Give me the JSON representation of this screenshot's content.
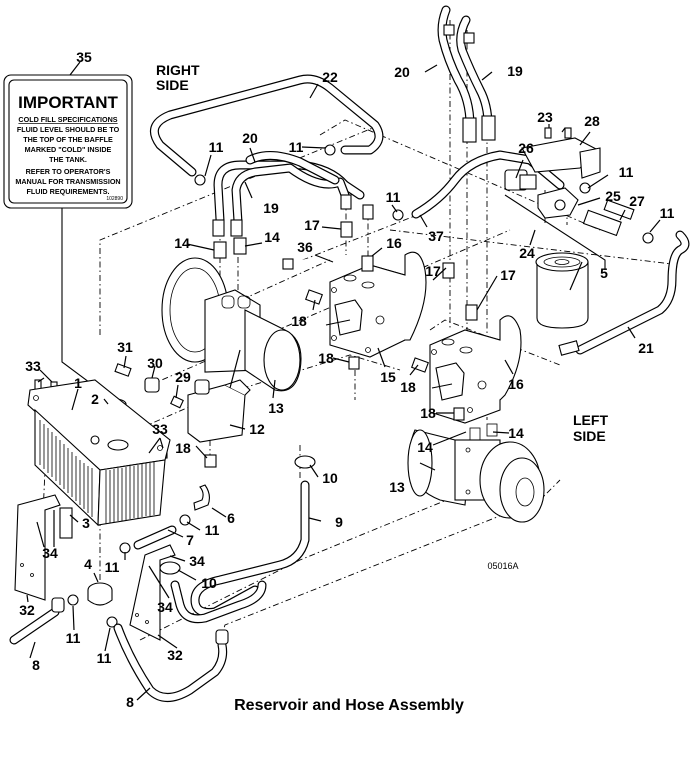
{
  "figure": {
    "caption": "Reservoir and Hose Assembly",
    "drawing_code": "05016A",
    "side_labels": {
      "right": [
        "RIGHT",
        "SIDE"
      ],
      "left": [
        "LEFT",
        "SIDE"
      ]
    }
  },
  "decal": {
    "callout": "35",
    "title": "IMPORTANT",
    "subtitle": "COLD FILL SPECIFICATIONS",
    "lines": [
      "FLUID LEVEL SHOULD BE TO",
      "THE TOP OF THE BAFFLE",
      "MARKED \"COLD\" INSIDE",
      "THE TANK."
    ],
    "lines2": [
      "REFER TO OPERATOR'S",
      "MANUAL FOR TRANSMISSION",
      "FLUID REQUIREMENTS."
    ],
    "part_number": "102890"
  },
  "callouts": [
    {
      "n": "1",
      "part": "reservoir"
    },
    {
      "n": "2",
      "part": "filler-cap"
    },
    {
      "n": "3",
      "part": "fitting"
    },
    {
      "n": "4",
      "part": "fitting"
    },
    {
      "n": "5",
      "part": "filter"
    },
    {
      "n": "6",
      "part": "elbow-fitting"
    },
    {
      "n": "7",
      "part": "hose"
    },
    {
      "n": "8",
      "part": "hose"
    },
    {
      "n": "9",
      "part": "hose"
    },
    {
      "n": "10",
      "part": "hose-clamp"
    },
    {
      "n": "11",
      "part": "hose-clamp"
    },
    {
      "n": "12",
      "part": "pump"
    },
    {
      "n": "13",
      "part": "wheel-motor"
    },
    {
      "n": "14",
      "part": "fitting"
    },
    {
      "n": "15",
      "part": "hydrostatic-pump"
    },
    {
      "n": "16",
      "part": "hydrostatic-pump"
    },
    {
      "n": "17",
      "part": "fitting"
    },
    {
      "n": "18",
      "part": "fitting"
    },
    {
      "n": "19",
      "part": "hydraulic-hose"
    },
    {
      "n": "20",
      "part": "hydraulic-hose"
    },
    {
      "n": "21",
      "part": "hose"
    },
    {
      "n": "22",
      "part": "hose"
    },
    {
      "n": "23",
      "part": "screw"
    },
    {
      "n": "24",
      "part": "filter-mount"
    },
    {
      "n": "25",
      "part": "filter-head"
    },
    {
      "n": "26",
      "part": "elbow-fitting"
    },
    {
      "n": "27",
      "part": "fitting"
    },
    {
      "n": "28",
      "part": "bracket"
    },
    {
      "n": "29",
      "part": "fitting"
    },
    {
      "n": "30",
      "part": "elbow-fitting"
    },
    {
      "n": "31",
      "part": "fitting"
    },
    {
      "n": "32",
      "part": "bracket"
    },
    {
      "n": "33",
      "part": "screw"
    },
    {
      "n": "34",
      "part": "nut"
    },
    {
      "n": "35",
      "part": "decal"
    },
    {
      "n": "36",
      "part": "tube"
    },
    {
      "n": "37",
      "part": "hose"
    }
  ]
}
